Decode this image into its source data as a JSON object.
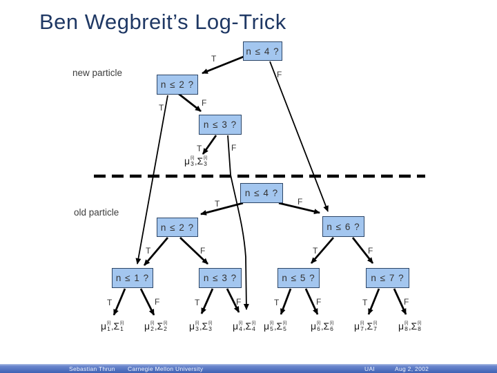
{
  "title": "Ben Wegbreit’s Log-Trick",
  "annotations": {
    "new_particle": "new particle",
    "old_particle": "old particle"
  },
  "letters": {
    "T": "T",
    "F": "F"
  },
  "nodes": [
    {
      "label": "n ≤ 4 ?"
    },
    {
      "label": "n ≤ 2 ?"
    },
    {
      "label": "n ≤ 3 ?"
    },
    {
      "label": "n ≤ 4 ?"
    },
    {
      "label": "n ≤ 2 ?"
    },
    {
      "label": "n ≤ 6 ?"
    },
    {
      "label": "n ≤ 1 ?"
    },
    {
      "label": "n ≤ 3 ?"
    },
    {
      "label": "n ≤ 5 ?"
    },
    {
      "label": "n ≤ 7 ?"
    }
  ],
  "leaves": {
    "upper": {
      "mu": "μ",
      "sigma": "Σ",
      "sub": "3",
      "sup": "[i]",
      "comma": ","
    },
    "bottom": [
      {
        "mu": "μ",
        "sigma": "Σ",
        "sub": "1",
        "sup": "[i]",
        "comma": ","
      },
      {
        "mu": "μ",
        "sigma": "Σ",
        "sub": "2",
        "sup": "[i]",
        "comma": ","
      },
      {
        "mu": "μ",
        "sigma": "Σ",
        "sub": "3",
        "sup": "[i]",
        "comma": ","
      },
      {
        "mu": "μ",
        "sigma": "Σ",
        "sub": "4",
        "sup": "[i]",
        "comma": ","
      },
      {
        "mu": "μ",
        "sigma": "Σ",
        "sub": "5",
        "sup": "[i]",
        "comma": ","
      },
      {
        "mu": "μ",
        "sigma": "Σ",
        "sub": "6",
        "sup": "[i]",
        "comma": ","
      },
      {
        "mu": "μ",
        "sigma": "Σ",
        "sub": "7",
        "sup": "[i]",
        "comma": ","
      },
      {
        "mu": "μ",
        "sigma": "Σ",
        "sub": "8",
        "sup": "[i]",
        "comma": ","
      }
    ]
  },
  "footer": {
    "author": "Sebastian Thrun",
    "affiliation": "Carnegie Mellon University",
    "venue": "UAI",
    "date": "Aug 2, 2002"
  },
  "colors": {
    "title_text": "#1f3864",
    "node_fill": "#a3c6ef",
    "node_border": "#2c4566",
    "edge": "#000000",
    "footer_bar": "#3f62b4"
  }
}
